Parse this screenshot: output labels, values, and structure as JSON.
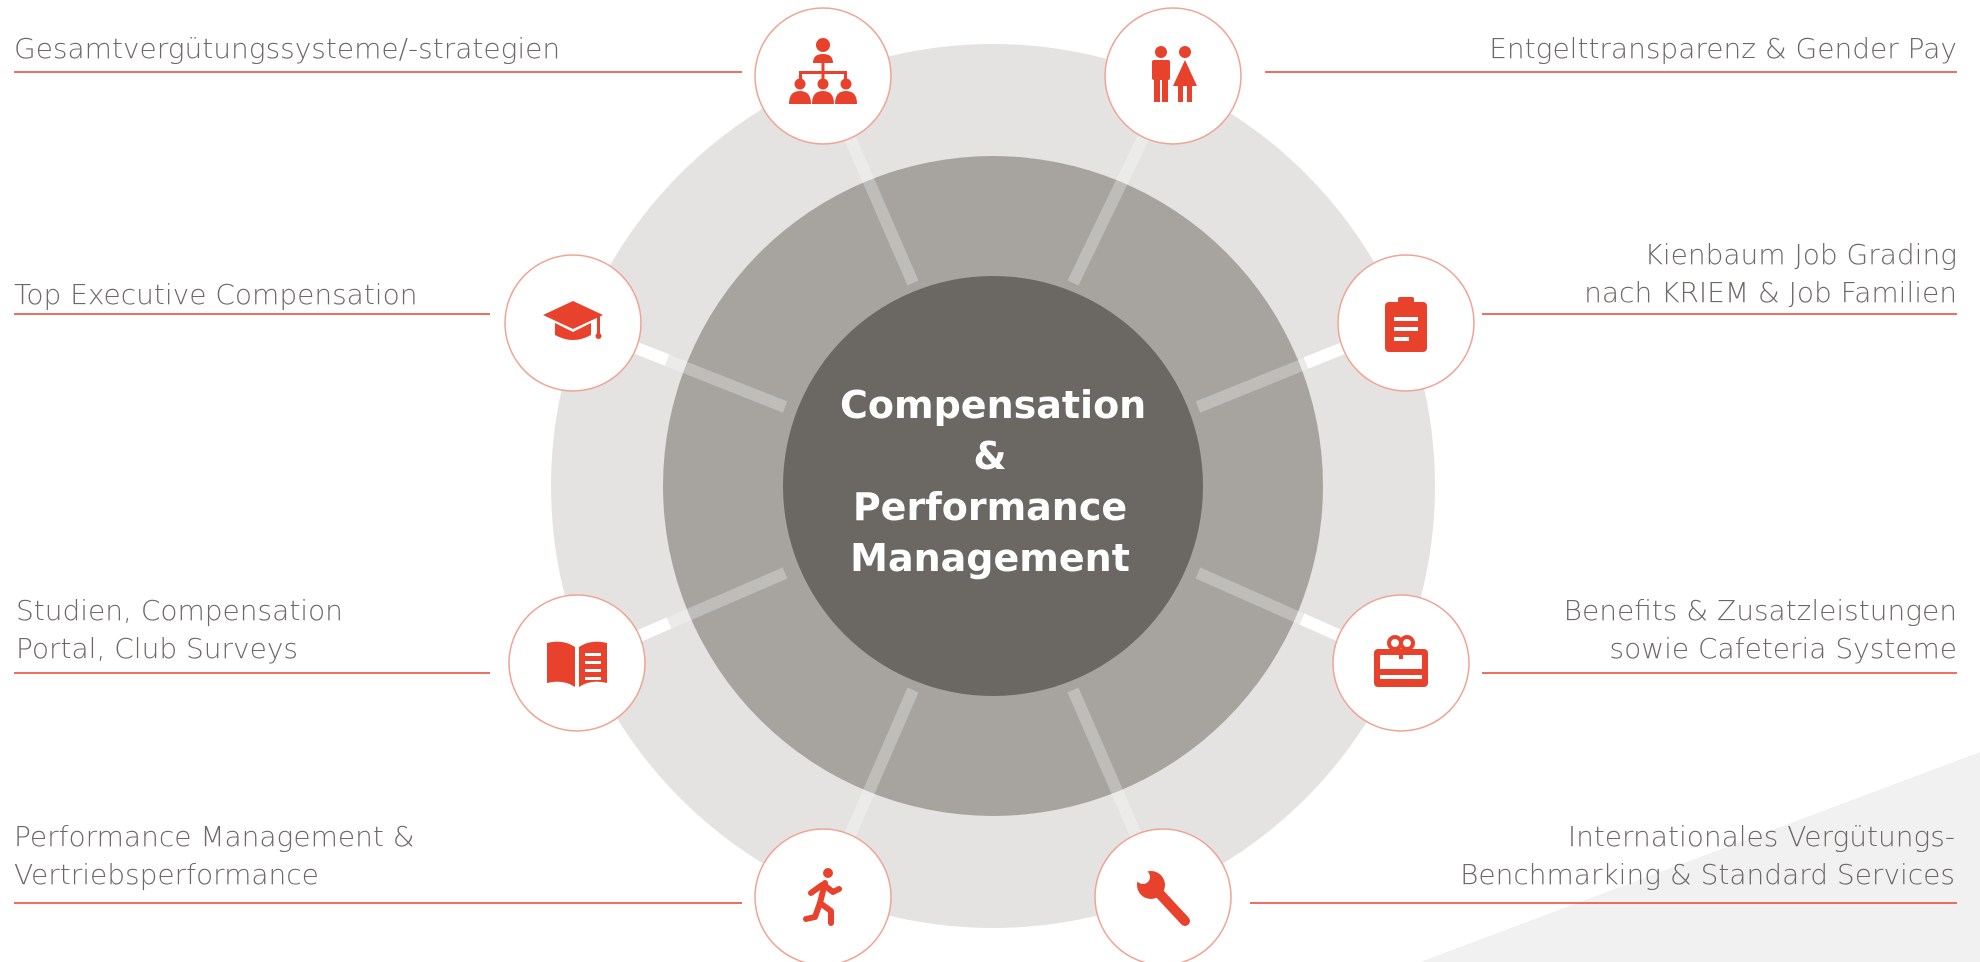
{
  "center": {
    "lines": [
      "Compensation",
      "&",
      "Performance",
      "Management"
    ]
  },
  "topics": [
    {
      "id": "gesamtverguetung",
      "icon": "org-chart-icon",
      "lines": [
        "Gesamtvergütungssysteme/-strategien"
      ]
    },
    {
      "id": "entgelttransparenz",
      "icon": "man-woman-icon",
      "lines": [
        "Entgelttransparenz & Gender Pay"
      ]
    },
    {
      "id": "top-executive",
      "icon": "graduation-cap-icon",
      "lines": [
        "Top Executive Compensation"
      ]
    },
    {
      "id": "job-grading",
      "icon": "clipboard-icon",
      "lines": [
        "Kienbaum Job Grading",
        "nach KRIEM & Job Familien"
      ]
    },
    {
      "id": "studien",
      "icon": "open-book-icon",
      "lines": [
        "Studien, Compensation",
        "Portal, Club Surveys"
      ]
    },
    {
      "id": "benefits",
      "icon": "gift-card-icon",
      "lines": [
        "Benefits & Zusatzleistungen",
        "sowie Cafeteria Systeme"
      ]
    },
    {
      "id": "performance",
      "icon": "running-person-icon",
      "lines": [
        "Performance Management &",
        "Vertriebsperformance"
      ]
    },
    {
      "id": "benchmarking",
      "icon": "wrench-icon",
      "lines": [
        "Internationales Vergütungs-",
        "Benchmarking & Standard Services"
      ]
    }
  ],
  "colors": {
    "accent": "#e8412c",
    "outer_ring": "#e4e3e2",
    "middle_ring": "#a7a4a0",
    "inner_circle": "#6b6864",
    "text": "#6b6865",
    "spoke": "#ffffff"
  }
}
